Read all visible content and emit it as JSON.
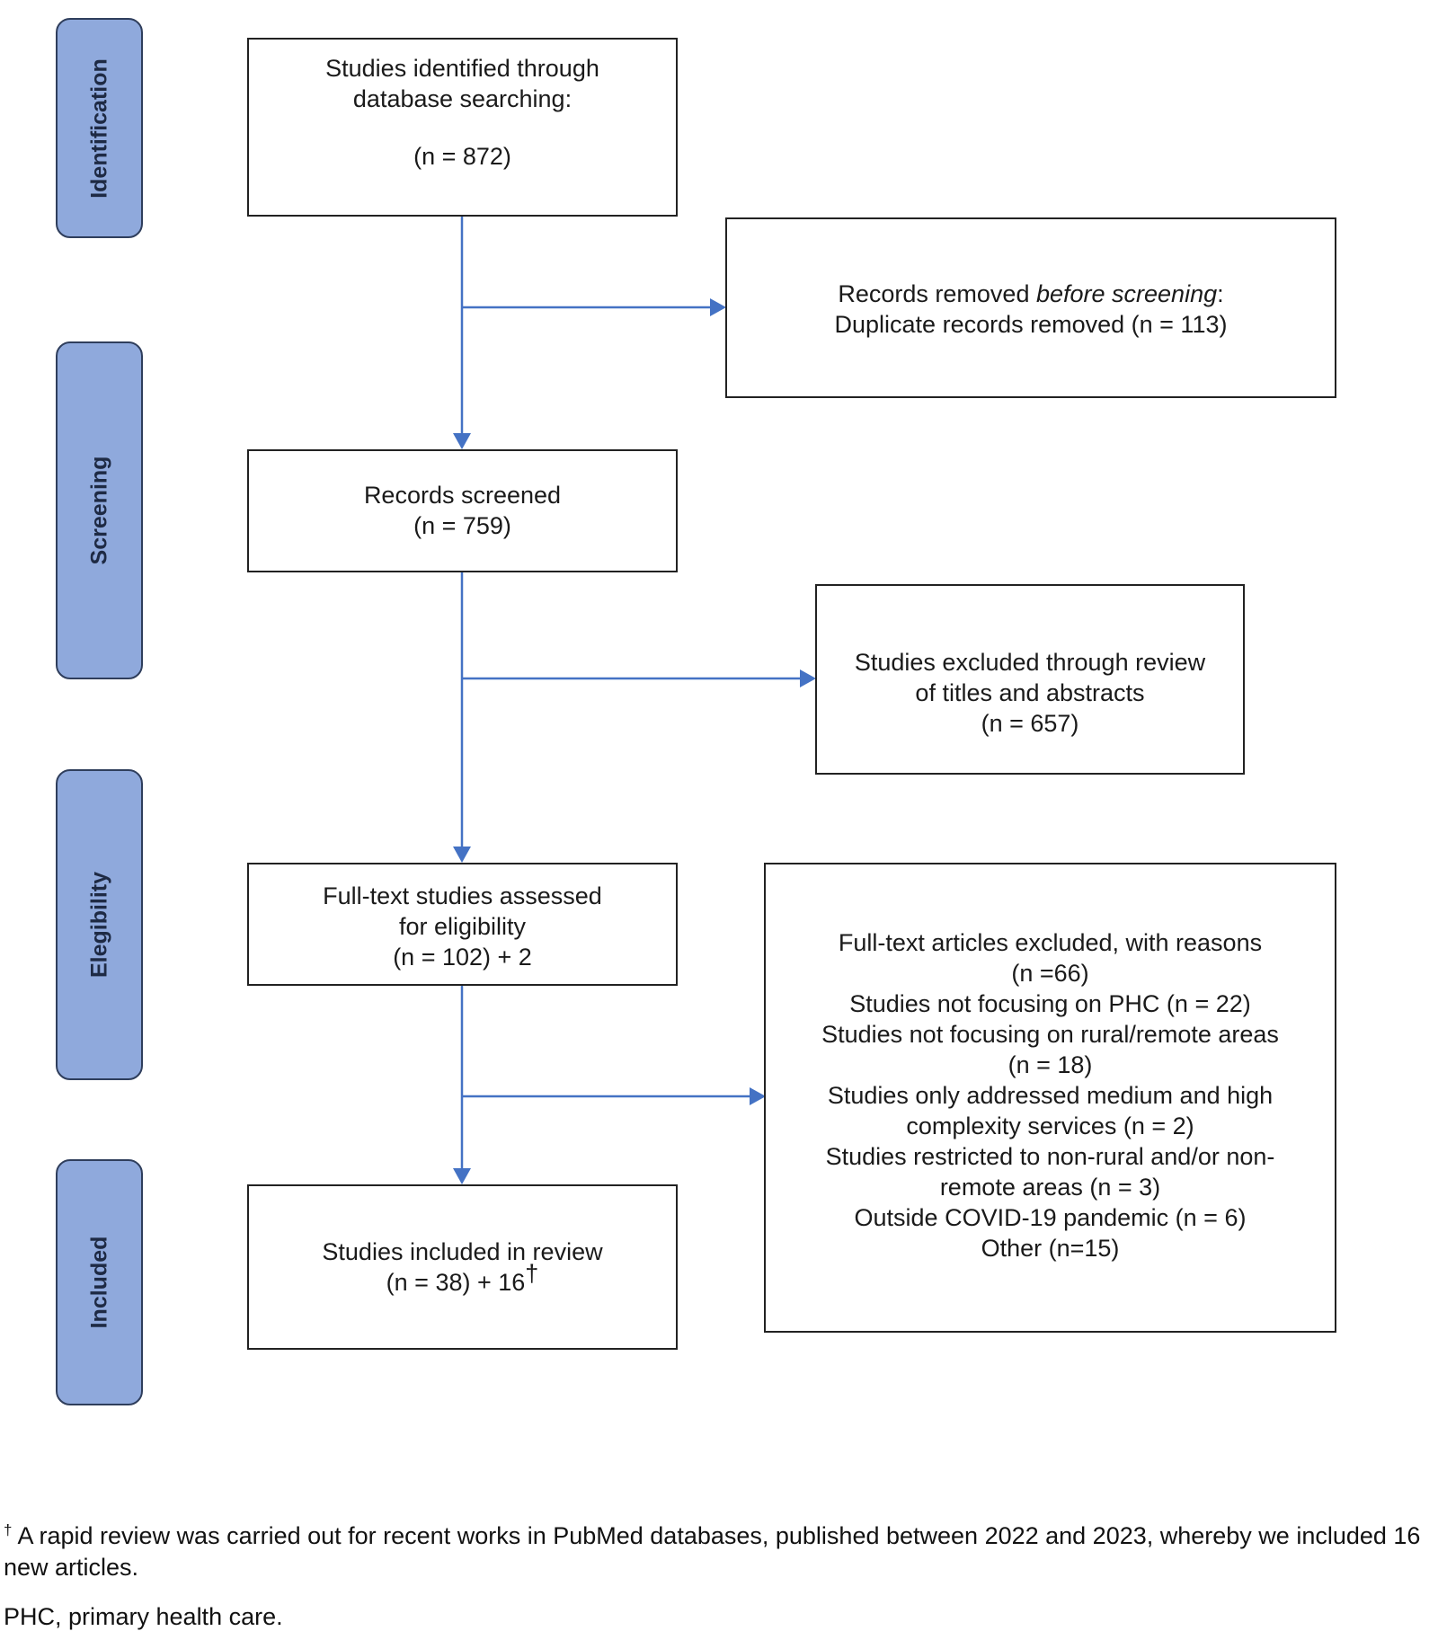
{
  "phases": {
    "identification": "Identification",
    "screening": "Screening",
    "eligibility": "Elegibility",
    "included": "Included"
  },
  "boxes": {
    "identified": {
      "line1": "Studies identified through",
      "line2": "database searching:",
      "line3": "(n = 872)"
    },
    "removed": {
      "prefix": "Records removed ",
      "italic": "before screening",
      "suffix": ":",
      "line2": "Duplicate records removed (n = 113)"
    },
    "screened": {
      "line1": "Records screened",
      "line2": "(n = 759)"
    },
    "excluded_abstracts": {
      "line1": "Studies excluded through review",
      "line2": "of titles and abstracts",
      "line3": "(n = 657)"
    },
    "fulltext": {
      "line1": "Full-text studies assessed",
      "line2": "for eligibility",
      "line3": "(n = 102) + 2"
    },
    "fulltext_excluded": {
      "lines": [
        "Full-text articles excluded, with reasons",
        "(n =66)",
        "Studies not focusing on PHC (n = 22)",
        "Studies not focusing on rural/remote areas",
        "(n = 18)",
        "Studies only addressed medium and high",
        "complexity services (n = 2)",
        "Studies restricted to non-rural and/or non-",
        "remote areas (n = 3)",
        "Outside COVID-19 pandemic (n = 6)",
        "Other (n=15)"
      ]
    },
    "included": {
      "line1": "Studies included in review",
      "line2": "(n = 38) + 16",
      "dagger": "†"
    }
  },
  "footnotes": {
    "dagger": "†",
    "rapid_review": " A rapid review was carried out for recent works in PubMed databases, published between 2022 and 2023, whereby we included 16 new articles.",
    "abbreviation": "PHC, primary health care."
  },
  "colors": {
    "arrow": "#4472c4",
    "phase_fill": "#8fa9dc",
    "phase_border": "#2f3e5c",
    "box_border": "#222222"
  }
}
